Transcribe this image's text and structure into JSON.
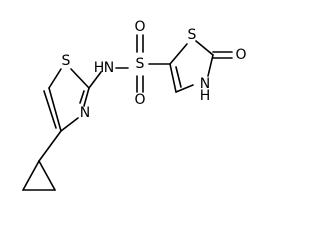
{
  "molecule": {
    "atoms": {
      "s_thiazole": "S",
      "n_thiazole": "N",
      "nh_amide": "N",
      "h_amide": "H",
      "s_sulfonyl": "S",
      "o_sulfonyl_top": "O",
      "o_sulfonyl_bottom": "O",
      "s_thiazolone": "S",
      "o_carbonyl": "O",
      "nh_ring": "N",
      "h_ring": "H"
    },
    "colors": {
      "bond": "#000000",
      "label": "#000000",
      "background": "#ffffff"
    }
  }
}
